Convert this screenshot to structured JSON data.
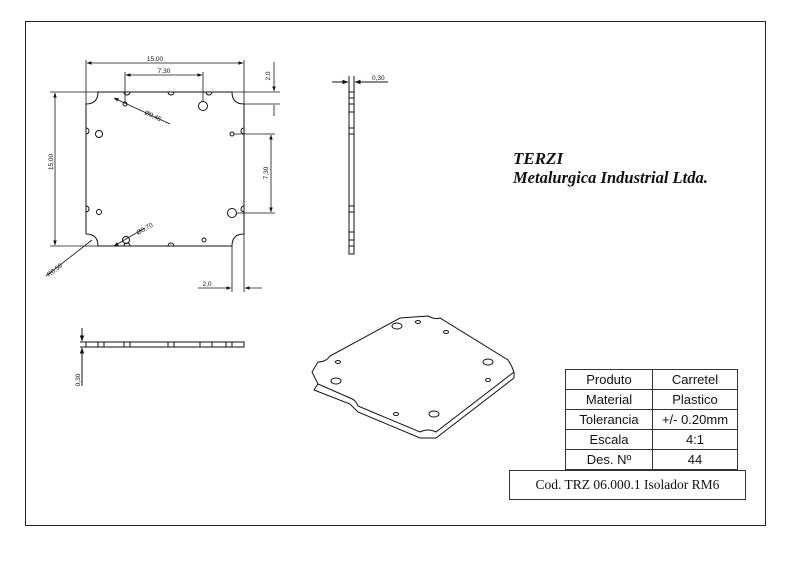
{
  "company": {
    "name": "TERZI",
    "subtitle": "Metalurgica Industrial Ltda."
  },
  "dimensions": {
    "width_top": "15,00",
    "hole_spacing_top": "7,30",
    "edge_right_top": "2,0",
    "height_left": "15,00",
    "hole_spacing_right": "7,30",
    "edge_bottom": "2,0",
    "hole_diameter_top": "Ø0,45",
    "hole_diameter_bottom": "Ø0,70",
    "corner_radius": "R0,50",
    "thickness_side": "0,30",
    "thickness_bottom": "0,30"
  },
  "title_block": [
    {
      "label": "Produto",
      "value": "Carretel"
    },
    {
      "label": "Material",
      "value": "Plastico"
    },
    {
      "label": "Tolerancia",
      "value": "+/- 0.20mm"
    },
    {
      "label": "Escala",
      "value": "4:1"
    },
    {
      "label": "Des. Nº",
      "value": "44"
    }
  ],
  "part_code": "Cod. TRZ 06.000.1 Isolador  RM6"
}
